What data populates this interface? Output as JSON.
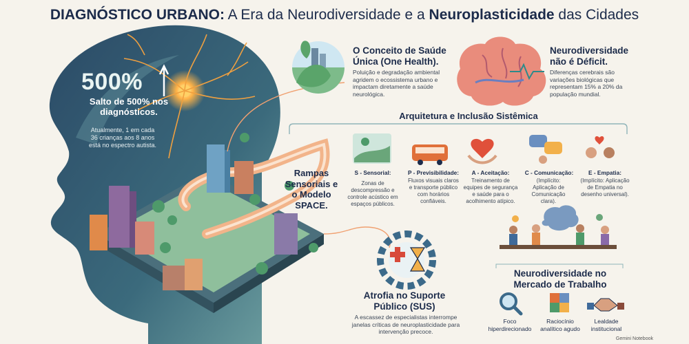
{
  "header": {
    "title_bold1": "DIAGNÓSTICO URBANO:",
    "title_mid": " A Era da Neurodiversidade e a ",
    "title_bold2": "Neuroplasticidade",
    "title_end": " das Cidades"
  },
  "stat": {
    "value": "500%",
    "label": "Salto de 500% nos diagnósticos.",
    "note": "Atualmente, 1 em cada 36 crianças aos 8 anos está no espectro autista."
  },
  "one_health": {
    "title": "O Conceito de Saúde Única (One Health).",
    "text": "Poluição e degradação ambiental agridem o ecossistema urbano e impactam diretamente a saúde neurológica."
  },
  "neuro": {
    "title": "Neurodiversidade não é Déficit.",
    "text": "Diferenças cerebrais são variações biológicas que representam 15% a 20% da população mundial."
  },
  "architecture": {
    "title": "Arquitetura e Inclusão Sistêmica",
    "rampas": "Rampas Sensoriais e o Modelo SPACE.",
    "pillars": [
      {
        "label": "S - Sensorial:",
        "text": "Zonas de descompressão e controle acústico em espaços públicos."
      },
      {
        "label": "P - Previsibilidade:",
        "text": "Fluxos visuais claros e transporte público com horários confiáveis."
      },
      {
        "label": "A - Aceitação:",
        "text": "Treinamento de equipes de segurança e saúde para o acolhimento atípico."
      },
      {
        "label": "C - Comunicação:",
        "text": "(Implícito: Aplicação de Comunicação clara)."
      },
      {
        "label": "E - Empatia:",
        "text": "(Implícito: Aplicação de Empatia no desenho universal)."
      }
    ]
  },
  "sus": {
    "title": "Atrofia no Suporte Público (SUS)",
    "text": "A escassez de especialistas interrompe janelas críticas de neuroplasticidade para intervenção precoce."
  },
  "work": {
    "title": "Neurodiversidade no Mercado de Trabalho",
    "features": [
      {
        "label": "Foco hiperdirecionado"
      },
      {
        "label": "Raciocínio analítico agudo"
      },
      {
        "label": "Lealdade institucional"
      }
    ]
  },
  "credit": "Gemini Notebook",
  "colors": {
    "head": "#2e4a63",
    "head_light": "#4d7b8a",
    "teal": "#3f8f8a",
    "orange": "#f08a3a",
    "navy": "#1c2b4a"
  }
}
